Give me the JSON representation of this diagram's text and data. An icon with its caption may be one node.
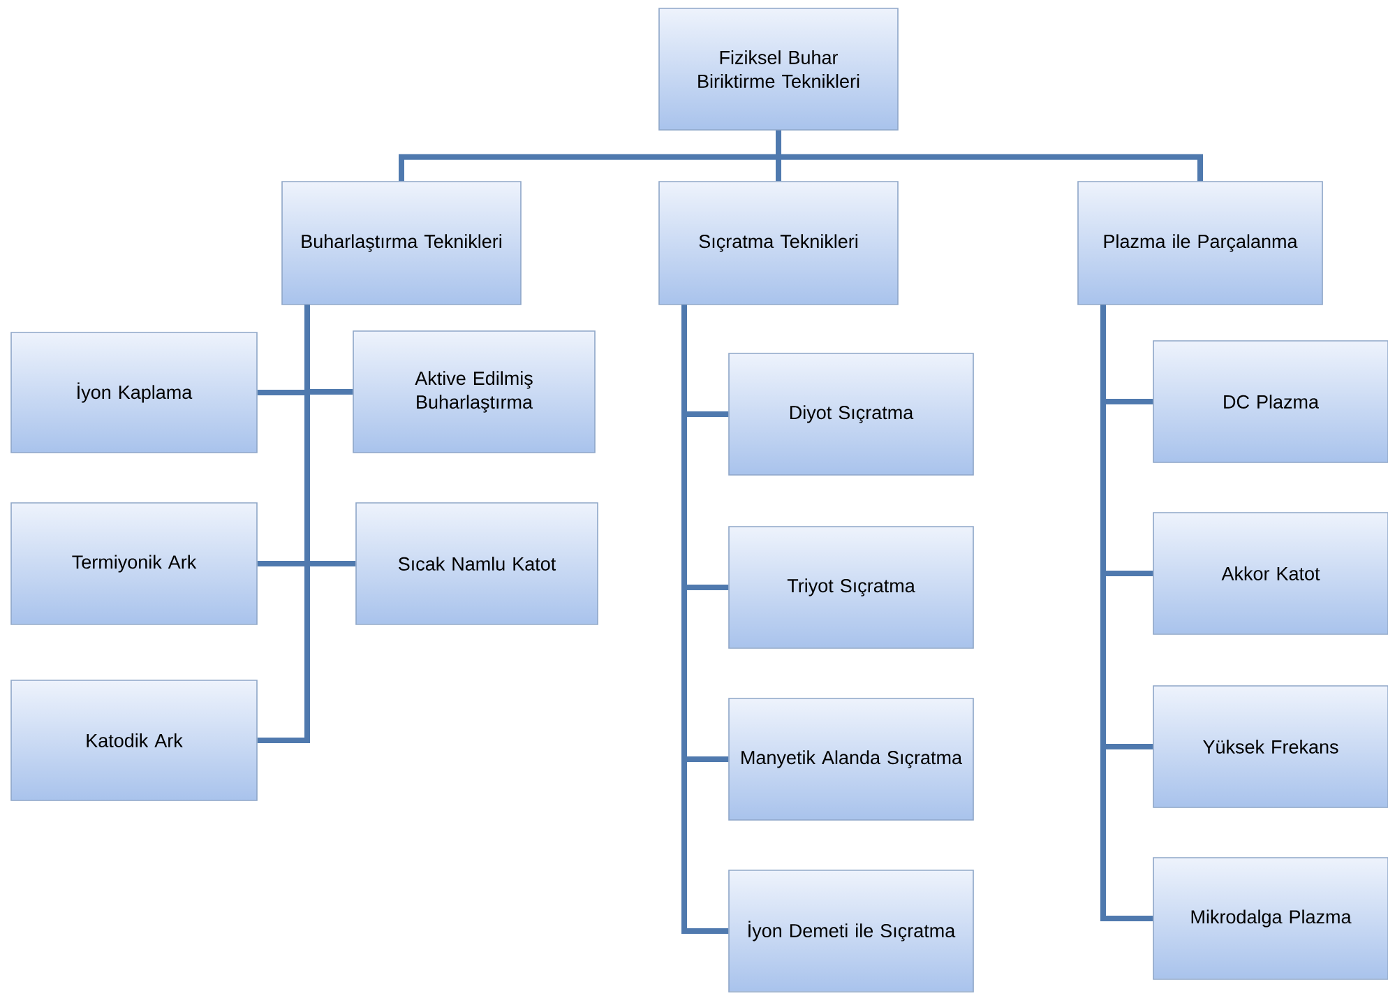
{
  "diagram": {
    "nodes": [
      {
        "text": [
          "Fiziksel Buhar Biriktirme Teknikleri"
        ]
      },
      {
        "text": [
          "Buharlaştırma Teknikleri"
        ]
      },
      {
        "text": [
          "Sıçratma Teknikleri"
        ]
      },
      {
        "text": [
          "Plazma ile Parçalanma"
        ]
      },
      {
        "text": [
          "İyon Kaplama"
        ]
      },
      {
        "text": [
          "Aktive Edilmiş Buharlaştırma"
        ]
      },
      {
        "text": [
          "Termiyonik Ark"
        ]
      },
      {
        "text": [
          "Sıcak Namlu Katot"
        ]
      },
      {
        "text": [
          "Katodik Ark"
        ]
      },
      {
        "text": [
          "Diyot Sıçratma"
        ]
      },
      {
        "text": [
          "Triyot Sıçratma"
        ]
      },
      {
        "text": [
          "Manyetik Alanda Sıçratma"
        ]
      },
      {
        "text": [
          "İyon Demeti ile Sıçratma"
        ]
      },
      {
        "text": [
          "DC Plazma"
        ]
      },
      {
        "text": [
          "Akkor Katot"
        ]
      },
      {
        "text": [
          "Yüksek Frekans"
        ]
      },
      {
        "text": [
          "Mikrodalga Plazma"
        ]
      }
    ],
    "edges": [
      {
        "from": 0,
        "to": 1,
        "arrow": "none"
      },
      {
        "from": 0,
        "to": 2,
        "arrow": "none"
      },
      {
        "from": 0,
        "to": 3,
        "arrow": "none"
      },
      {
        "from": 1,
        "to": 4,
        "arrow": "none"
      },
      {
        "from": 1,
        "to": 5,
        "arrow": "none"
      },
      {
        "from": 1,
        "to": 6,
        "arrow": "none"
      },
      {
        "from": 1,
        "to": 7,
        "arrow": "none"
      },
      {
        "from": 1,
        "to": 8,
        "arrow": "none"
      },
      {
        "from": 2,
        "to": 9,
        "arrow": "none"
      },
      {
        "from": 2,
        "to": 10,
        "arrow": "none"
      },
      {
        "from": 2,
        "to": 11,
        "arrow": "none"
      },
      {
        "from": 2,
        "to": 12,
        "arrow": "none"
      },
      {
        "from": 3,
        "to": 13,
        "arrow": "none"
      },
      {
        "from": 3,
        "to": 14,
        "arrow": "none"
      },
      {
        "from": 3,
        "to": 15,
        "arrow": "none"
      },
      {
        "from": 3,
        "to": 16,
        "arrow": "none"
      }
    ]
  }
}
